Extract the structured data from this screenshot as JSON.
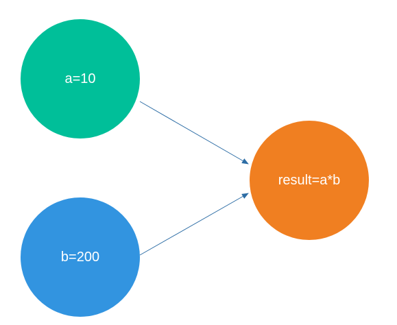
{
  "diagram": {
    "nodes": [
      {
        "id": "a",
        "label": "a=10",
        "color": "#00BF99"
      },
      {
        "id": "b",
        "label": "b=200",
        "color": "#3294E0"
      },
      {
        "id": "result",
        "label": "result=a*b",
        "color": "#F07F21"
      }
    ],
    "edges": [
      {
        "from": "a",
        "to": "result"
      },
      {
        "from": "b",
        "to": "result"
      }
    ],
    "edge_color": "#2D6DA5"
  }
}
